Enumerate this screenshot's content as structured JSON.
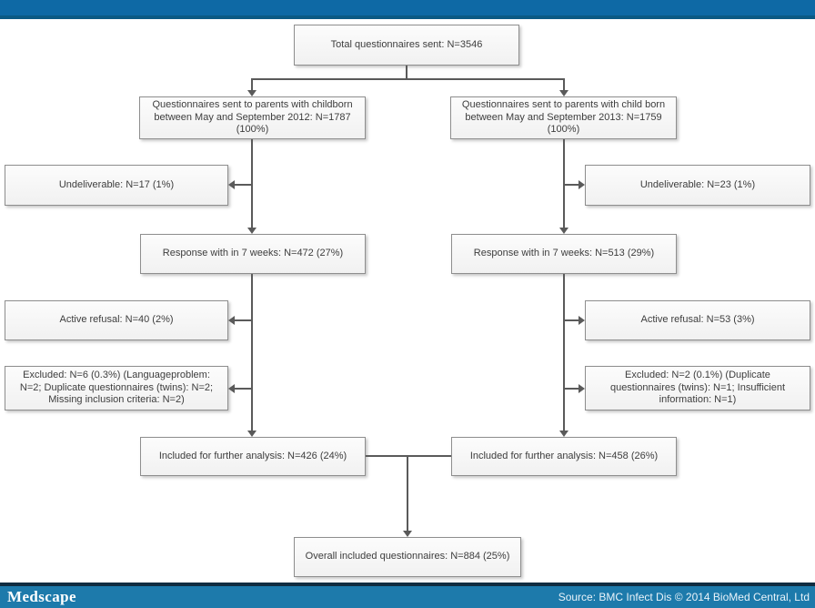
{
  "colors": {
    "topbar_blue": "#0e69a5",
    "topbar_edge": "#0b5a84",
    "footer_blue": "#1d7aab",
    "footer_rule": "#102c40",
    "box_border": "#8e8e8e",
    "connector": "#5a5a5a"
  },
  "flowchart": {
    "total": "Total questionnaires sent: N=3546",
    "branch_left": "Questionnaires sent to parents with childborn between May and September 2012: N=1787 (100%)",
    "branch_right": "Questionnaires sent to parents with child born between May and September 2013: N=1759 (100%)",
    "undeliverable_left": "Undeliverable: N=17 (1%)",
    "undeliverable_right": "Undeliverable: N=23 (1%)",
    "response_left": "Response with in 7 weeks: N=472 (27%)",
    "response_right": "Response with in 7 weeks: N=513 (29%)",
    "refusal_left": "Active refusal: N=40 (2%)",
    "refusal_right": "Active refusal: N=53 (3%)",
    "excluded_left": "Excluded: N=6 (0.3%) (Languageproblem: N=2; Duplicate questionnaires (twins): N=2; Missing inclusion criteria: N=2)",
    "excluded_right": "Excluded: N=2 (0.1%) (Duplicate questionnaires (twins): N=1; Insufficient information: N=1)",
    "included_left": "Included for further analysis: N=426 (24%)",
    "included_right": "Included for further analysis: N=458 (26%)",
    "overall": "Overall included questionnaires: N=884 (25%)"
  },
  "footer": {
    "logo": "Medscape",
    "source": "Source: BMC Infect Dis © 2014 BioMed Central, Ltd"
  }
}
